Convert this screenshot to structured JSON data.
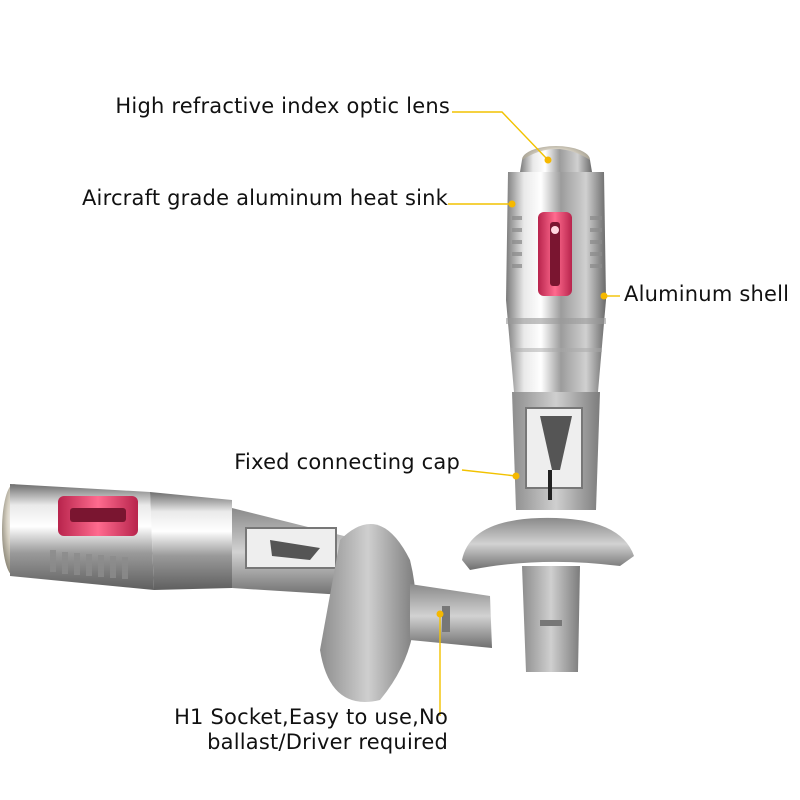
{
  "labels": {
    "lens": "High refractive index optic lens",
    "heat_sink": "Aircraft grade aluminum heat sink",
    "shell": "Aluminum shell",
    "cap": "Fixed connecting cap",
    "socket_line1": "H1 Socket,Easy to use,No",
    "socket_line2": "ballast/Driver required"
  },
  "colors": {
    "leader_line": "#f2c200",
    "leader_dot": "#f5b800",
    "label_text": "#111111",
    "led_chip": "#e0406a",
    "metal": "#b8b8b8"
  }
}
